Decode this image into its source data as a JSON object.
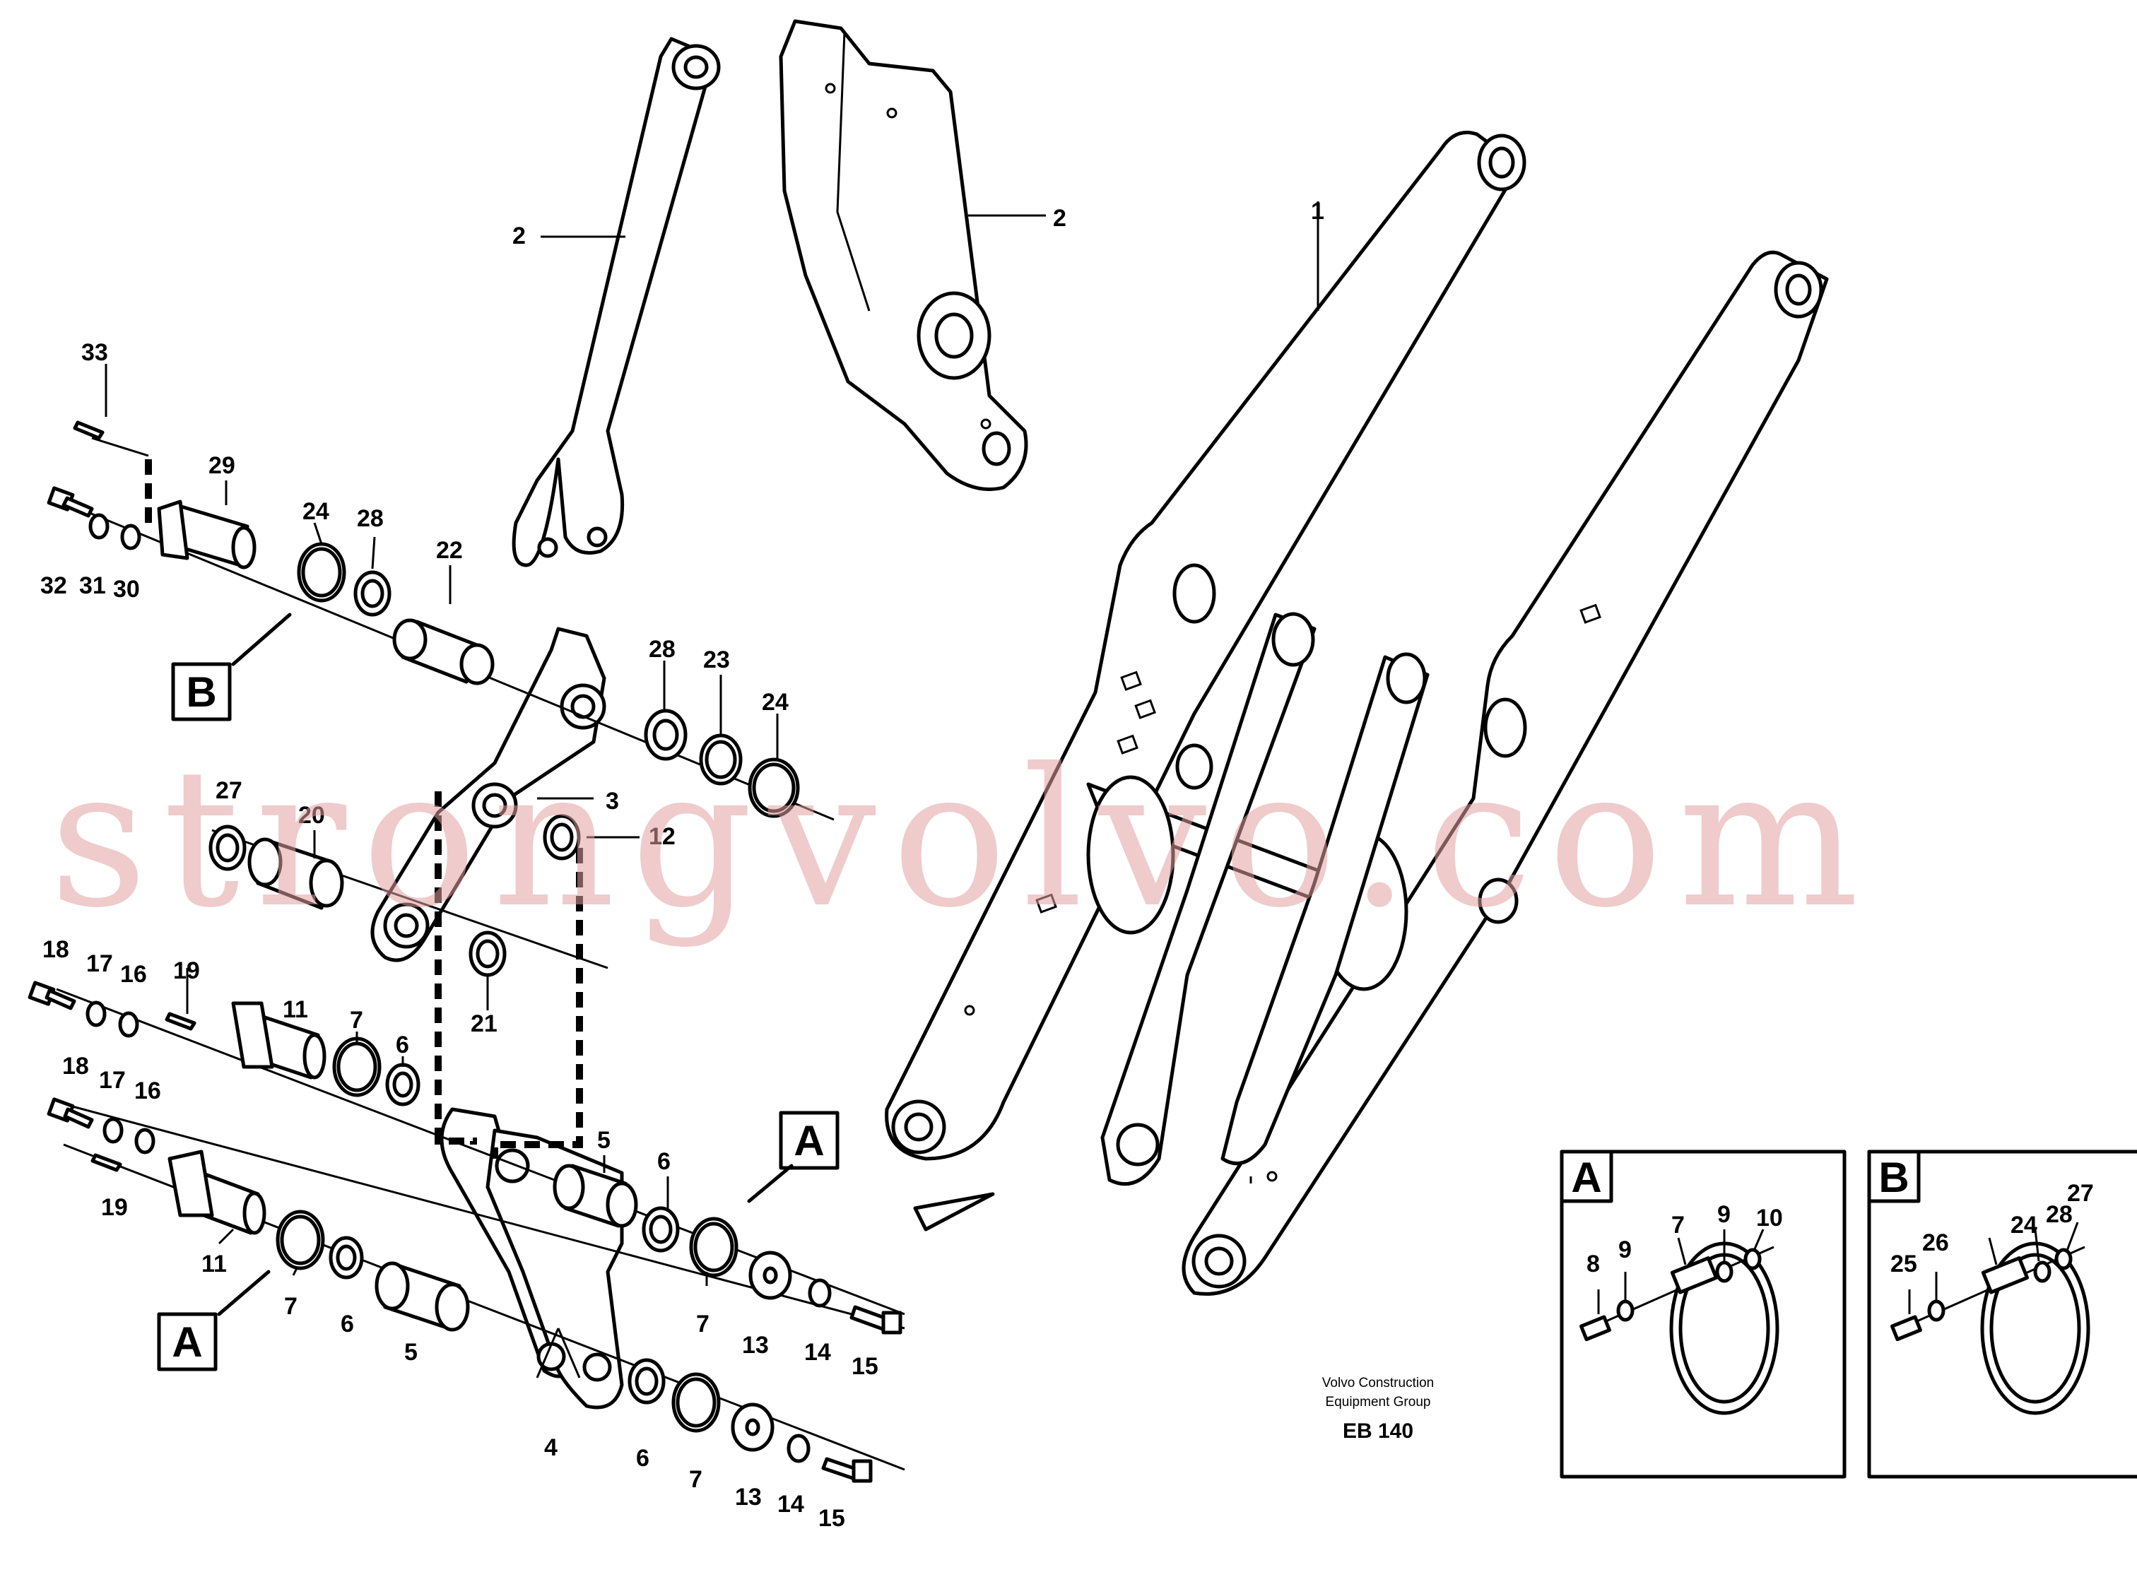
{
  "callouts": {
    "c1": "1",
    "c2": "2",
    "c3": "3",
    "c4": "4",
    "c5": "5",
    "c6": "6",
    "c7": "7",
    "c8": "8",
    "c9": "9",
    "c10": "10",
    "c11": "11",
    "c12": "12",
    "c13": "13",
    "c14": "14",
    "c15": "15",
    "c16": "16",
    "c17": "17",
    "c18": "18",
    "c19": "19",
    "c20": "20",
    "c21": "21",
    "c22": "22",
    "c23": "23",
    "c24": "24",
    "c25": "25",
    "c26": "26",
    "c28": "28",
    "c29": "29",
    "c30": "30",
    "c31": "31",
    "c32": "32",
    "c33": "33",
    "c27": "27"
  },
  "view_markers": {
    "a": "A",
    "b": "B"
  },
  "detail_boxes": {
    "a_title": "A",
    "b_title": "B"
  },
  "publisher": {
    "line1": "Volvo Construction",
    "line2": "Equipment Group",
    "code": "EB 140"
  },
  "watermark": "strongvolvo.com"
}
